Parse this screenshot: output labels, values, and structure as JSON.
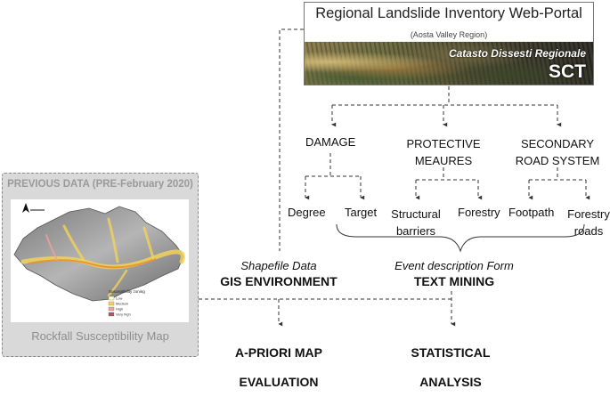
{
  "portal": {
    "title": "Regional Landslide Inventory Web-Portal",
    "subtitle": "(Aosta Valley Region)",
    "banner_italic": "Catasto Dissesti Regionale",
    "banner_acronym": "SCT"
  },
  "categories": {
    "damage": "DAMAGE",
    "protective": [
      "PROTECTIVE",
      "MEAURES"
    ],
    "secondary": [
      "SECONDARY",
      "ROAD SYSTEM"
    ]
  },
  "leaves": {
    "degree": "Degree",
    "target": "Target",
    "structural": [
      "Structural",
      "barriers"
    ],
    "forestry": "Forestry",
    "footpath": "Footpath",
    "forestry_roads": [
      "Forestry",
      "roads"
    ]
  },
  "previous": {
    "title": "PREVIOUS DATA (PRE-February 2020)",
    "caption": "Rockfall Susceptibility Map",
    "legend_title": "Susceptibility zoning",
    "legend_items": [
      "Low",
      "Medium",
      "High",
      "Very high"
    ],
    "legend_colors": [
      "#ffffd0",
      "#f2d25a",
      "#f0a0a0",
      "#a05a6a"
    ]
  },
  "gis": {
    "italic": "Shapefile Data",
    "bold": "GIS ENVIRONMENT"
  },
  "text_mining": {
    "italic": "Event description Form",
    "bold": "TEXT MINING"
  },
  "outputs": {
    "apriori": [
      "A-PRIORI MAP",
      "EVALUATION"
    ],
    "statistical": [
      "STATISTICAL",
      "ANALYSIS"
    ]
  }
}
